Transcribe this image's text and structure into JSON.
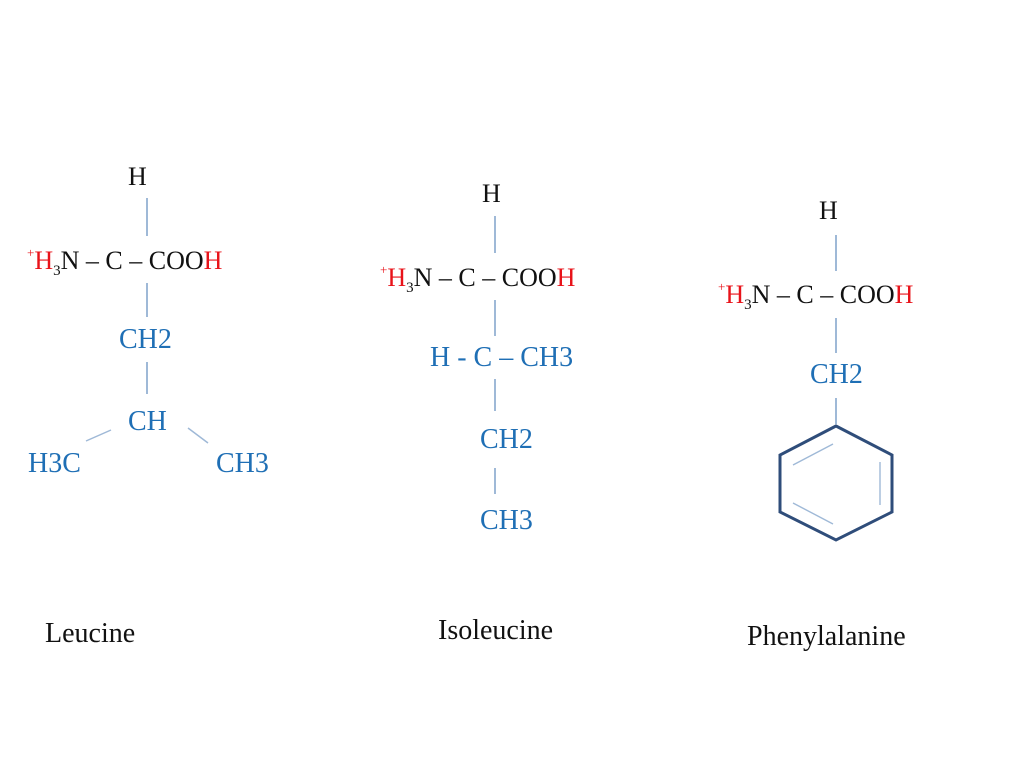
{
  "molecules": [
    {
      "name": "Leucine",
      "top_h": "H",
      "amine_charge": "+",
      "amine_h": "H",
      "amine_sub": "3",
      "amine_n": "N",
      "dash1": "–",
      "central_c": "C",
      "dash2": "–",
      "carboxyl_coo": "COO",
      "carboxyl_h": "H",
      "chain": [
        "CH2",
        "CH"
      ],
      "branch_left": "H3C",
      "branch_right": "CH3"
    },
    {
      "name": "Isoleucine",
      "top_h": "H",
      "amine_charge": "+",
      "amine_h": "H",
      "amine_sub": "3",
      "amine_n": "N",
      "dash1": "–",
      "central_c": "C",
      "dash2": "–",
      "carboxyl_coo": "COO",
      "carboxyl_h": "H",
      "side_row": "H - C – CH3",
      "chain": [
        "CH2",
        "CH3"
      ]
    },
    {
      "name": "Phenylalanine",
      "top_h": "H",
      "amine_charge": "+",
      "amine_h": "H",
      "amine_sub": "3",
      "amine_n": "N",
      "dash1": "–",
      "central_c": "C",
      "dash2": "–",
      "carboxyl_coo": "COO",
      "carboxyl_h": "H",
      "chain": [
        "CH2"
      ],
      "ring": "benzene-ring"
    }
  ],
  "colors": {
    "backbone": "#111111",
    "charged_hydrogen": "#e8131a",
    "side_chain": "#1f6fb5",
    "bond_line": "#9fb9d7",
    "ring_stroke": "#2f4d7a"
  }
}
